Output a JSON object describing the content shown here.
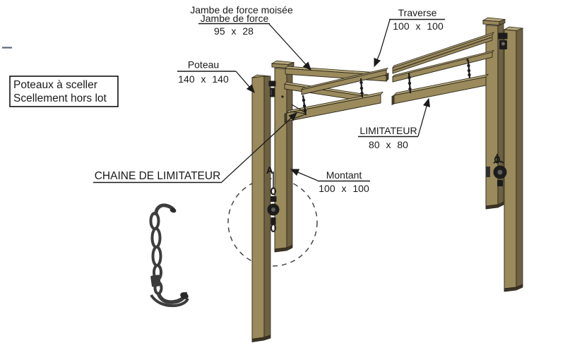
{
  "labels": {
    "jambe_force_moisee": "Jambe de force moisée",
    "jambe_force": "Jambe de force",
    "jambe_force_dim": "95 x 28",
    "traverse": "Traverse",
    "traverse_dim": "100 x 100",
    "poteau": "Poteau",
    "poteau_dim": "140 x 140",
    "limitateur": "LIMITATEUR",
    "limitateur_dim": "80 x 80",
    "chaine": "CHAINE DE LIMITATEUR",
    "montant": "Montant",
    "montant_dim": "100 x 100",
    "marker_a": "A"
  },
  "note_box": {
    "line1": "Poteaux à sceller",
    "line2": "Scellement hors lot"
  },
  "icons": {
    "chain_detail": "chain-with-hooks-icon",
    "dash_mark": "small-dash-mark"
  },
  "colors": {
    "bg": "#ffffff",
    "wood_top": "#b5a77a",
    "wood_front": "#9a8a5c",
    "wood_side": "#6e6143",
    "wood_end": "#4a4230",
    "outline": "#2b2619",
    "hardware": "#1c1c1c",
    "hardware_light": "#5f5f5f",
    "line": "#1a1a1a",
    "text": "#1a1a1a",
    "dash_accent": "#5a6a78",
    "chain_gray": "#3d3d3d"
  }
}
